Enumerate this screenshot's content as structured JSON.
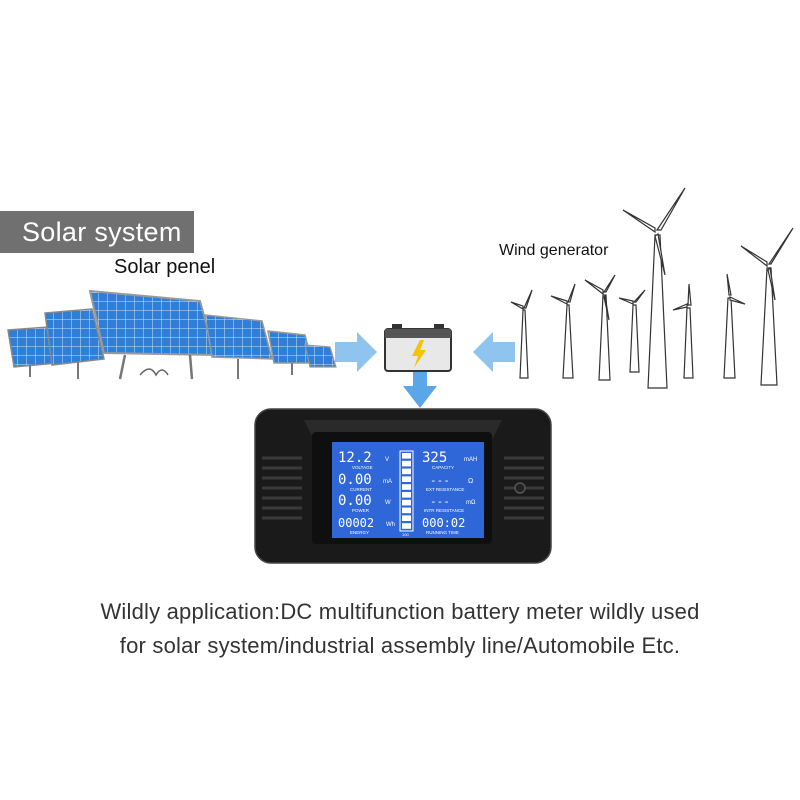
{
  "labels": {
    "system_tag": "Solar system",
    "solar_panel": "Solar penel",
    "wind": "Wind generator"
  },
  "meter": {
    "voltage_value": "12.2",
    "voltage_unit": "V",
    "voltage_label": "VOLTAGE",
    "current_value": "0.00",
    "current_unit": "mA",
    "current_label": "CURRENT",
    "power_value": "0.00",
    "power_unit": "W",
    "power_label": "POWER",
    "energy_value": "00002",
    "energy_unit": "Wh",
    "energy_label": "ENERGY",
    "capacity_value": "325",
    "capacity_unit": "mAH",
    "capacity_label": "CAPACITY",
    "ext_res_value": "---",
    "ext_res_unit": "Ω",
    "ext_res_label": "EXT RESISTANCE",
    "int_res_value": "---",
    "int_res_unit": "mΩ",
    "int_res_label": "INTR RESISTANCE",
    "time_value": "000:02",
    "time_label": "RUNNING TIME",
    "bar_tag": "100"
  },
  "caption": {
    "line1": "Wildly application:DC multifunction battery meter wildly used",
    "line2": "for solar system/industrial assembly line/Automobile Etc."
  },
  "colors": {
    "lcd_blue": "#2f67d8",
    "panel_blue": "#2f7fd8",
    "arrow_blue": "#5aa6e8",
    "meter_body": "#1a1a1a"
  }
}
